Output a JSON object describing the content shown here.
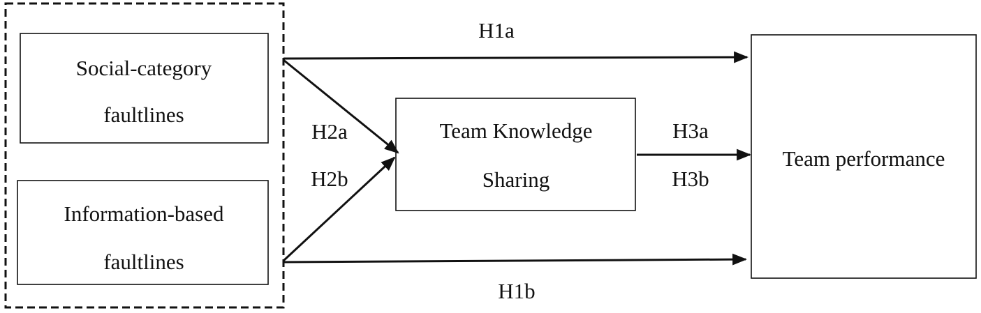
{
  "diagram": {
    "boxes": {
      "social_category": {
        "line1": "Social-category",
        "line2": "faultlines"
      },
      "information_based": {
        "line1": "Information-based",
        "line2": "faultlines"
      },
      "knowledge_sharing": {
        "line1": "Team Knowledge",
        "line2": "Sharing"
      },
      "team_performance": {
        "label": "Team performance"
      }
    },
    "hypotheses": {
      "h1a": "H1a",
      "h1b": "H1b",
      "h2a": "H2a",
      "h2b": "H2b",
      "h3a": "H3a",
      "h3b": "H3b"
    }
  }
}
